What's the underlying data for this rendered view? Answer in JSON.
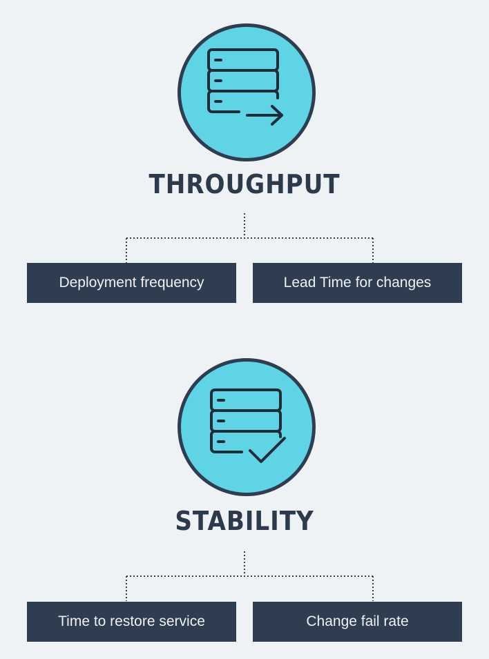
{
  "throughput": {
    "title": "THROUGHPUT",
    "icon": "server-arrow-icon",
    "metrics": [
      "Deployment frequency",
      "Lead Time for changes"
    ]
  },
  "stability": {
    "title": "STABILITY",
    "icon": "server-check-icon",
    "metrics": [
      "Time to restore service",
      "Change fail rate"
    ]
  },
  "colors": {
    "background": "#eef2f5",
    "circle_fill": "#5fd4e4",
    "dark": "#2e3d4f"
  }
}
